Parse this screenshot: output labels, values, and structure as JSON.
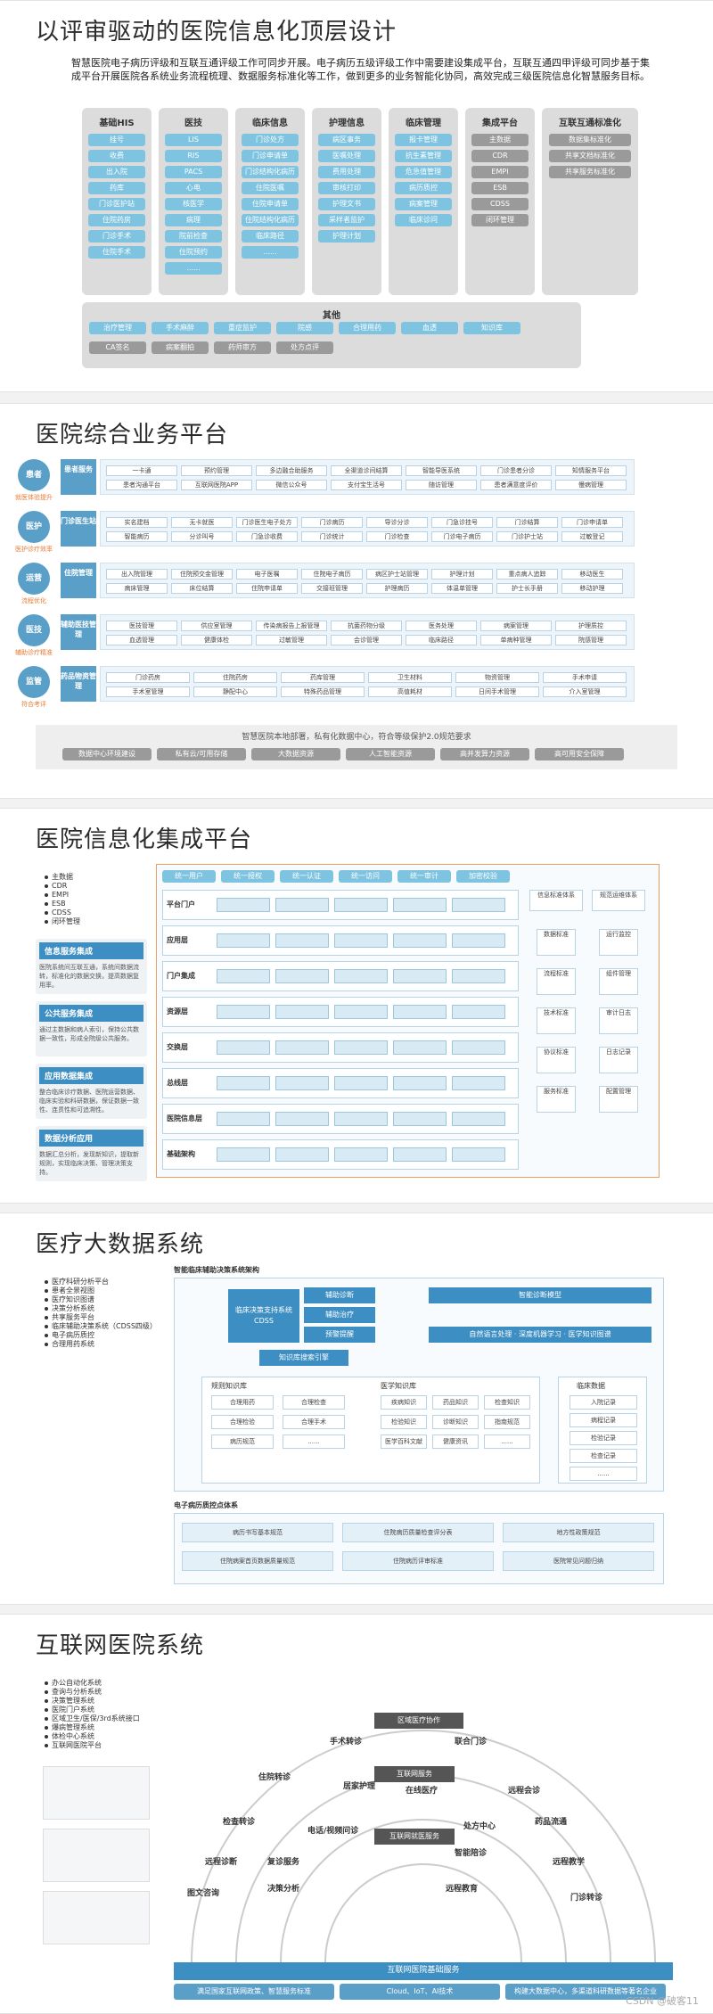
{
  "slide1": {
    "title": "以评审驱动的医院信息化顶层设计",
    "desc": "智慧医院电子病历评级和互联互通评级工作可同步开展。电子病历五级评级工作中需要建设集成平台，互联互通四甲评级可同步基于集成平台开展医院各系统业务流程梳理、数据服务标准化等工作，做到更多的业务智能化协同，高效完成三级医院信息化智慧服务目标。",
    "columns": [
      {
        "title": "基础HIS",
        "items": [
          "挂号",
          "收费",
          "出入院",
          "药库",
          "门诊医护站",
          "住院药房",
          "门诊手术",
          "住院手术"
        ]
      },
      {
        "title": "医技",
        "items": [
          "LIS",
          "RIS",
          "PACS",
          "心电",
          "核医学",
          "病理",
          "院前检查",
          "住院预约",
          "......"
        ]
      },
      {
        "title": "临床信息",
        "items": [
          "门诊处方",
          "门诊申请单",
          "门诊结构化病历",
          "住院医嘱",
          "住院申请单",
          "住院结构化病历",
          "临床路径",
          "......"
        ]
      },
      {
        "title": "护理信息",
        "items": [
          "病区事务",
          "医嘱处理",
          "费用处理",
          "审核打印",
          "护理文书",
          "采样者监护",
          "护理计划"
        ]
      },
      {
        "title": "临床管理",
        "items": [
          "报卡管理",
          "抗生素管理",
          "危急值管理",
          "病历质控",
          "病案管理",
          "临床诊问"
        ]
      },
      {
        "title": "集成平台",
        "items": [
          "主数据",
          "CDR",
          "EMPI",
          "ESB",
          "CDSS",
          "闭环管理"
        ]
      },
      {
        "title": "互联互通标准化",
        "items": [
          "数据集标准化",
          "共享文档标准化",
          "共享服务标准化"
        ]
      }
    ],
    "other": {
      "title": "其他",
      "row1": [
        "治疗管理",
        "手术麻醉",
        "重症监护",
        "院感",
        "合理用药",
        "血透",
        "知识库"
      ],
      "row2": [
        "CA签名",
        "病案翻拍",
        "药师审方",
        "处方点评"
      ]
    }
  },
  "slide2": {
    "title": "医院综合业务平台",
    "rows": [
      {
        "circle": "患者",
        "sub": "就医体验提升",
        "label": "患者服务",
        "items": [
          "一卡通",
          "预约管理",
          "多边融合助服务",
          "全渠道诊间结算",
          "智能导医系统",
          "门诊患者分诊",
          "知情服务平台",
          "患者沟通平台",
          "互联网医院APP",
          "微信公众号",
          "支付宝生活号",
          "随访管理",
          "患者满意度评价",
          "慢病管理"
        ]
      },
      {
        "circle": "医护",
        "sub": "医护诊疗效率",
        "label": "门诊医生站",
        "items": [
          "实名建档",
          "无卡就医",
          "门诊医生电子处方",
          "门诊病历",
          "导诊分诊",
          "门急诊挂号",
          "门诊结算",
          "门诊申请单",
          "智能病历",
          "分诊叫号",
          "门急诊收费",
          "门诊统计",
          "门诊检查",
          "门诊电子病历",
          "门诊护士站",
          "过敏登记"
        ]
      },
      {
        "circle": "运营",
        "sub": "流程优化",
        "label": "住院管理",
        "items": [
          "出入院管理",
          "住院预交金管理",
          "电子医嘱",
          "住院电子病历",
          "病区护士站管理",
          "护理计划",
          "重点病人追踪",
          "移动医生",
          "病床管理",
          "床位结算",
          "住院申请单",
          "交接班管理",
          "护理病历",
          "体温单管理",
          "护士长手册",
          "移动护理"
        ]
      },
      {
        "circle": "医技",
        "sub": "辅助诊疗精准",
        "label": "辅助医技管理",
        "items": [
          "医技管理",
          "供应室管理",
          "传染病报告上报管理",
          "抗菌药物分级",
          "医务处理",
          "病案管理",
          "护理质控",
          "血透管理",
          "健康体检",
          "过敏管理",
          "会诊管理",
          "临床路径",
          "单病种管理",
          "院感管理"
        ]
      },
      {
        "circle": "监管",
        "sub": "符合考评",
        "label": "药品物资管理",
        "items": [
          "门诊药房",
          "住院药房",
          "药库管理",
          "卫生材料",
          "物资管理",
          "手术申请",
          "手术室管理",
          "静配中心",
          "特殊药品管理",
          "高值耗材",
          "日间手术管理",
          "介入室管理"
        ]
      }
    ],
    "base_title": "智慧医院本地部署，私有化数据中心，符合等级保护2.0规范要求",
    "base": [
      "数据中心环境建设",
      "私有云/可用存储",
      "大数据资源",
      "人工智能资源",
      "高并发算力资源",
      "高可用安全保障"
    ]
  },
  "slide3": {
    "title": "医院信息化集成平台",
    "list": [
      "主数据",
      "CDR",
      "EMPI",
      "ESB",
      "CDSS",
      "闭环管理"
    ],
    "boxes": [
      {
        "h": "信息服务集成",
        "t": "医院系统间互联互通，系统间数据流转，标准化的数据交换，提高数据复用率。"
      },
      {
        "h": "公共服务集成",
        "t": "通过主数据和病人索引，保持公共数据一致性，形成全院级公共服务。"
      },
      {
        "h": "应用数据集成",
        "t": "整合临床诊疗数据、医院运营数据、临床实验和科研数据，保证数据一致性、连贯性和可追溯性。"
      },
      {
        "h": "数据分析应用",
        "t": "数据汇总分析，发现新知识，提取新规则，实现临床决策、管理决策支持。"
      }
    ],
    "top": [
      "统一用户",
      "统一授权",
      "统一认证",
      "统一访问",
      "统一审计",
      "加密校验"
    ],
    "layers": [
      "平台门户",
      "应用层",
      "门户集成",
      "资源层",
      "交换层",
      "总线层",
      "医院信息层",
      "基础架构"
    ],
    "right1": [
      "信息标准体系",
      "数据标准",
      "流程标准",
      "技术标准",
      "协议标准",
      "服务标准"
    ],
    "right2": [
      "规范运维体系",
      "运行监控",
      "组件管理",
      "审计日志",
      "日志记录",
      "配置管理"
    ]
  },
  "slide4": {
    "title": "医疗大数据系统",
    "list": [
      "医疗科研分析平台",
      "患者全景视图",
      "医疗知识图谱",
      "决策分析系统",
      "共享服务平台",
      "临床辅助决策系统（CDSS四级）",
      "电子病历质控",
      "合理用药系统"
    ],
    "cdss_title": "智能临床辅助决策系统架构",
    "kb_rule": [
      "合理用药",
      "合理检查",
      "合理检验",
      "合理手术",
      "病历规范",
      "......"
    ],
    "kb_med": [
      "疾病知识",
      "药品知识",
      "检查知识",
      "检验知识",
      "诊断知识",
      "指南规范",
      "医学百科文献",
      "健康资讯",
      "......"
    ],
    "clinic": [
      "入院记录",
      "病程记录",
      "检验记录",
      "检查记录",
      "......"
    ],
    "emr_title": "电子病历质控点体系",
    "emr": [
      "病历书写基本规范",
      "住院病历质量检查评分表",
      "地方性政策规范",
      "住院病案首页数据质量规范",
      "住院病历评审标准",
      "医院常见问题归纳"
    ]
  },
  "slide5": {
    "title": "互联网医院系统",
    "list": [
      "办公自动化系统",
      "查询与分析系统",
      "决策管理系统",
      "医院门户系统",
      "区域卫生/医保/3rd系统接口",
      "爆病管理系统",
      "体检中心系统",
      "互联网医院平台"
    ],
    "ring": [
      "区域医疗协作",
      "互联网服务",
      "互联网就医服务",
      "互联网医院基础服务"
    ],
    "labels": [
      "手术转诊",
      "联合门诊",
      "住院转诊",
      "居家护理",
      "在线医疗",
      "远程会诊",
      "检查转诊",
      "电话/视频问诊",
      "处方中心",
      "药品流通",
      "远程诊断",
      "复诊服务",
      "智能陪诊",
      "远程教学",
      "图文咨询",
      "决策分析",
      "远程教育",
      "门诊转诊"
    ],
    "base": [
      "满足国家互联网政策、智慧服务标准",
      "Cloud、IoT、AI技术",
      "构建大数据中心，多渠道科研数据等著名企业"
    ],
    "watermark": "CSDN @破客11"
  }
}
